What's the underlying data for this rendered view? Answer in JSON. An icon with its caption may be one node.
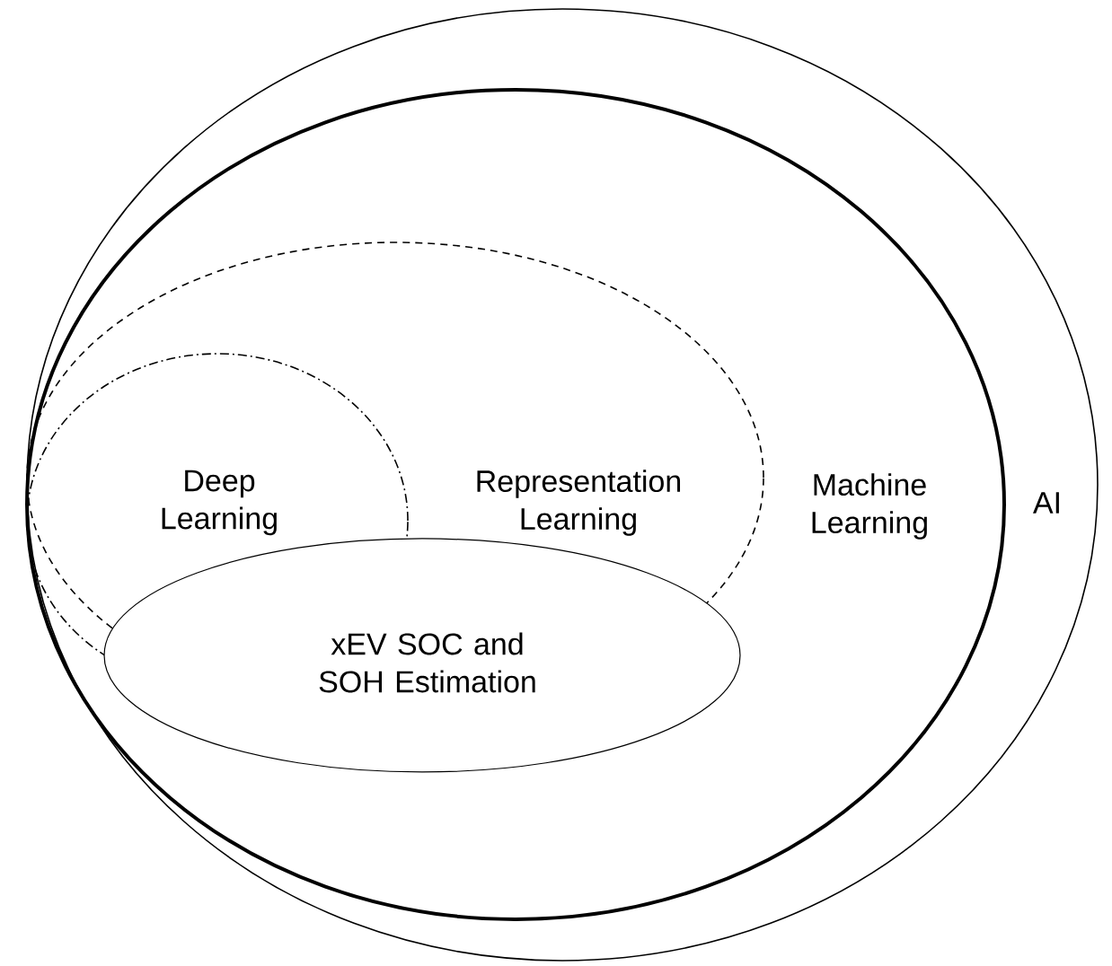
{
  "diagram": {
    "nodes": [
      {
        "text": [
          "AI"
        ]
      },
      {
        "text": [
          "Machine Learning"
        ],
        "in": 0
      },
      {
        "text": [
          "Representation Learning"
        ],
        "in": 1
      },
      {
        "text": [
          "Deep Learning"
        ],
        "in": 2
      },
      {
        "text": [
          "xEV SOC and SOH Estimation"
        ],
        "in": 1
      }
    ]
  }
}
